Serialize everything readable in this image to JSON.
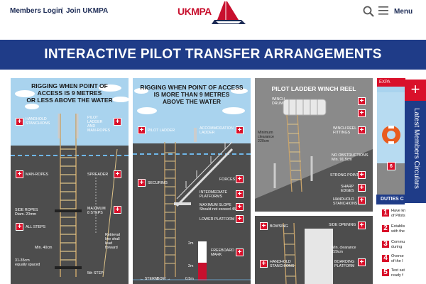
{
  "header": {
    "login": "Members Login",
    "join": "Join UKMPA",
    "logo": "UKMPA",
    "menu": "Menu"
  },
  "banner": {
    "title": "INTERACTIVE PILOT TRANSFER ARRANGEMENTS"
  },
  "panel1": {
    "title_line1": "RIGGING WHEN POINT OF",
    "title_line2": "ACCESS IS 9 METRES",
    "title_line3": "OR LESS ABOVE THE WATER",
    "labels": {
      "handhold": "HANDHOLD\nSTANCHIONS",
      "pilot_ladder": "PILOT\nLADDER\nAND\nMAN-ROPES",
      "man_ropes": "MAN-ROPES",
      "spreader": "SPREADER",
      "side_ropes": "SIDE ROPES\nDiam. 20mm",
      "max_steps": "MAXIMUM\n8 STEPS",
      "all_steps": "ALL STEPS",
      "retrieval": "Retrieval\nline shall\nlead\nforward",
      "min40": "Min. 40cm",
      "spacing": "31-35cm\nequally spaced",
      "fifth_step": "5th STEP"
    }
  },
  "panel2": {
    "title_line1": "RIGGING WHEN POINT OF ACCESS",
    "title_line2": "IS MORE THAN 9 METRES",
    "title_line3": "ABOVE THE WATER",
    "labels": {
      "pilot_ladder": "PILOT LADDER",
      "accommodation": "ACCOMMODATION\nLADDER",
      "forces": "FORCES",
      "securing": "SECURING",
      "intermediate": "INTERMEDIATE\nPLATFORMS",
      "max_slope": "MAXIMUM SLOPE\nShould not exceed 45°",
      "lower_platform": "LOWER PLATFORM",
      "two_m_top": "2m",
      "two_m_bottom": "2m",
      "freeboard": "FREEBOARD\nMARK",
      "stern": "← STERN",
      "bow": "BOW →",
      "half_m": "0.5m"
    }
  },
  "panel3": {
    "title": "PILOT LADDER WINCH REEL",
    "labels": {
      "winch_drum": "WINCH\nDRUM",
      "min_clearance": "Minimum\nclearance\n220cm",
      "winch_fittings": "WINCH REEL\nFITTINGS",
      "no_obstructions": "NO OBSTRUCTIONS\nMin. 91.5cm",
      "strong_point": "STRONG POINT",
      "sharp_edges": "SHARP\nEDGES",
      "handhold": "HANDHOLD\nSTANCHIONS"
    }
  },
  "panel4": {
    "labels": {
      "bowsing": "BOWSING",
      "side_opening": "SIDE OPENING",
      "min_clearance": "Min. clearance\n220cm",
      "handhold": "HANDHOLD\nSTANCHIONS",
      "boarding": "BOARDING\nPLATFORM"
    }
  },
  "panel5": {
    "expand": "EXPA",
    "duties": "DUTIES C",
    "badge": "6",
    "items": [
      {
        "num": "1",
        "text": "Have kn\nof Pilots"
      },
      {
        "num": "2",
        "text": "Establis\nwith the"
      },
      {
        "num": "3",
        "text": "Commu\nduring"
      },
      {
        "num": "4",
        "text": "Overse\nof the l"
      },
      {
        "num": "5",
        "text": "Test sat\nready f"
      }
    ]
  },
  "sidetab": {
    "label": "Latest Members Circulars"
  },
  "colors": {
    "navy": "#1f3c88",
    "red": "#d9102a",
    "panel": "#4d4d4d",
    "sky": "#a9d3ee"
  }
}
